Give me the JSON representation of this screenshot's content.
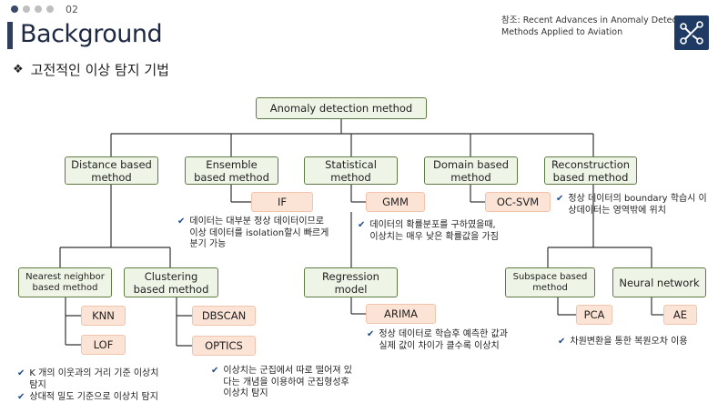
{
  "header": {
    "page_number": "02",
    "title": "Background",
    "reference": [
      "참조: Recent Advances in Anomaly Detection",
      "Methods Applied to Aviation"
    ],
    "section_heading": "고전적인 이상 탐지 기법"
  },
  "diagram": {
    "root": "Anomaly detection method",
    "categories": {
      "distance": "Distance based method",
      "ensemble": "Ensemble based method",
      "statistical": "Statistical method",
      "domain": "Domain based method",
      "reconstruction": "Reconstruction based method"
    },
    "subcategories": {
      "nearest": "Nearest neighbor based method",
      "clustering": "Clustering based method",
      "regression": "Regression model",
      "subspace": "Subspace based method",
      "neural": "Neural network"
    },
    "methods": {
      "if": "IF",
      "gmm": "GMM",
      "ocsvm": "OC-SVM",
      "knn": "KNN",
      "lof": "LOF",
      "dbscan": "DBSCAN",
      "optics": "OPTICS",
      "arima": "ARIMA",
      "pca": "PCA",
      "ae": "AE"
    },
    "notes": {
      "if": [
        "데이터는 대부분 정상 데이터이므로",
        "이상 데이터를 isolation할시 빠르게",
        "분기 가능"
      ],
      "gmm": [
        "데이터의 확률분포를 구하였을때,",
        "이상치는 매우 낮은 확률값을 가짐"
      ],
      "reconstruction": [
        "정상 데이터의 boundary 학습시 이",
        "상데이터는 영역밖에 위치"
      ],
      "arima": [
        "정상 데이터로 학습후 예측한 값과",
        "실제 값이 차이가 클수록 이상치"
      ],
      "pca_ae": [
        "차원변환을 통한 복원오차 이용"
      ],
      "knn": [
        "K 개의 이웃과의 거리 기준 이상치",
        "탐지"
      ],
      "lof": [
        "상대적 밀도 기준으로 이상치 탐지"
      ],
      "clustering": [
        "이상치는 군집에서 따로 떨어져 있",
        "다는 개념을 이용하여 군집형성후",
        "이상치 탐지"
      ]
    }
  },
  "colors": {
    "box_fill": "#eef5e6",
    "box_border": "#5f7b43",
    "tag_fill": "#fbe3d6",
    "check": "#1e4b8f",
    "title_bar": "#2f3e5c"
  }
}
